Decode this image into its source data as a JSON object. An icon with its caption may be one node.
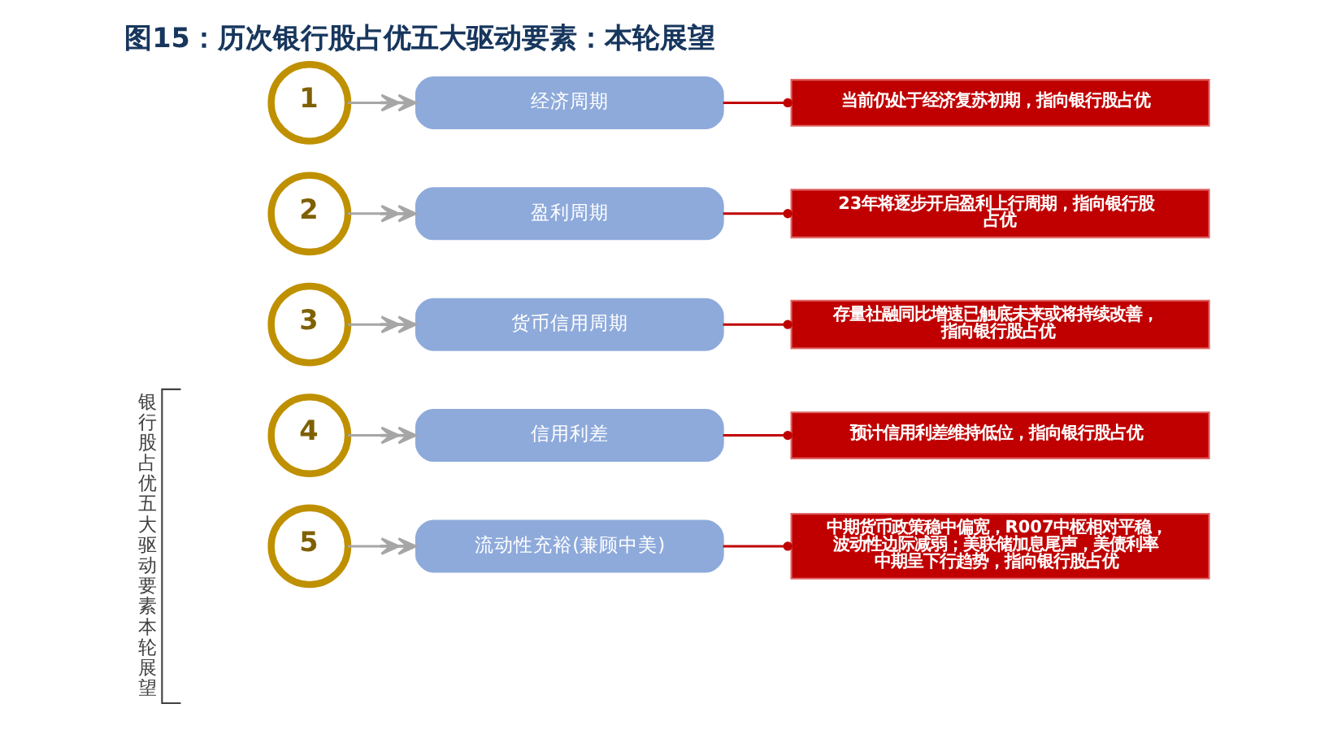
{
  "diagram": {
    "title": "图15：历次银行股占优五大驱动要素：本轮展望",
    "nodes": [
      {
        "text": [
          "1"
        ]
      },
      {
        "text": [
          "经济周期"
        ]
      },
      {
        "text": [
          "当前仍处于经济复苏初期，指向银行股占优"
        ]
      },
      {
        "text": [
          "2"
        ]
      },
      {
        "text": [
          "盈利周期"
        ]
      },
      {
        "text": [
          "23年将逐步开启盈利上行周期，指向银行股占优"
        ]
      },
      {
        "text": [
          "3"
        ]
      },
      {
        "text": [
          "货币信用周期"
        ]
      },
      {
        "text": [
          "存量社融同比增速已触底未来或将持续改善，指向银行股占优"
        ]
      },
      {
        "text": [
          "4"
        ]
      },
      {
        "text": [
          "信用利差"
        ]
      },
      {
        "text": [
          "预计信用利差维持低位，指向银行股占优"
        ]
      },
      {
        "text": [
          "5"
        ]
      },
      {
        "text": [
          "流动性充裕(兼顾中美)"
        ]
      },
      {
        "text": [
          "中期货币政策稳中偏宽，R007中枢相对平稳，波动性边际减弱；美联储加息尾声，美债利率中期呈下行趋势，指向银行股占优"
        ]
      }
    ],
    "edges": [
      {
        "from": 0,
        "to": 1,
        "arrow": "to",
        "color": "#a6a6a6"
      },
      {
        "from": 1,
        "to": 2,
        "arrow": "other",
        "color": "#c00000"
      },
      {
        "from": 3,
        "to": 4,
        "arrow": "to",
        "color": "#a6a6a6"
      },
      {
        "from": 4,
        "to": 5,
        "arrow": "other",
        "color": "#c00000"
      },
      {
        "from": 6,
        "to": 7,
        "arrow": "to",
        "color": "#a6a6a6"
      },
      {
        "from": 7,
        "to": 8,
        "arrow": "other",
        "color": "#c00000"
      },
      {
        "from": 9,
        "to": 10,
        "arrow": "to",
        "color": "#a6a6a6"
      },
      {
        "from": 10,
        "to": 11,
        "arrow": "other",
        "color": "#c00000"
      },
      {
        "from": 12,
        "to": 13,
        "arrow": "to",
        "color": "#a6a6a6"
      },
      {
        "from": 13,
        "to": 14,
        "arrow": "other",
        "color": "#c00000"
      }
    ],
    "labels": [
      "银行股占优五大驱动要素本轮展望"
    ]
  }
}
